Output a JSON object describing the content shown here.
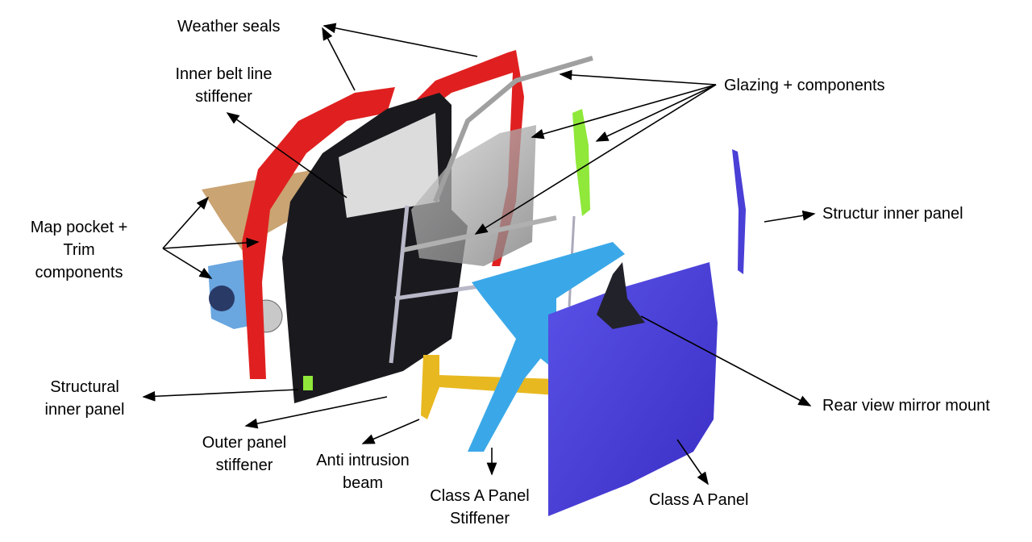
{
  "title": "Exploded car door components",
  "labels": {
    "weather_seals": "Weather seals",
    "inner_belt_1": "Inner belt line",
    "inner_belt_2": "stiffener",
    "glazing": "Glazing + components",
    "structur_inner": "Structur inner panel",
    "map_pocket_1": "Map pocket +",
    "map_pocket_2": "Trim",
    "map_pocket_3": "components",
    "structural_1": "Structural",
    "structural_2": "inner panel",
    "outer_stiff_1": "Outer panel",
    "outer_stiff_2": "stiffener",
    "anti_1": "Anti intrusion",
    "anti_2": "beam",
    "classa_stiff_1": "Class A Panel",
    "classa_stiff_2": "Stiffener",
    "classa": "Class A Panel",
    "mirror": "Rear view mirror mount"
  },
  "colors": {
    "seal": "#e02020",
    "door": "#1a1a1e",
    "glass": "#9a9a9a",
    "green": "#8fe83a",
    "outer_panel": "#4a3fd6",
    "stiffener": "#3aa8e8",
    "beam": "#e8b820",
    "trim": "#c49a64",
    "map_pocket": "#6aa6e0"
  }
}
